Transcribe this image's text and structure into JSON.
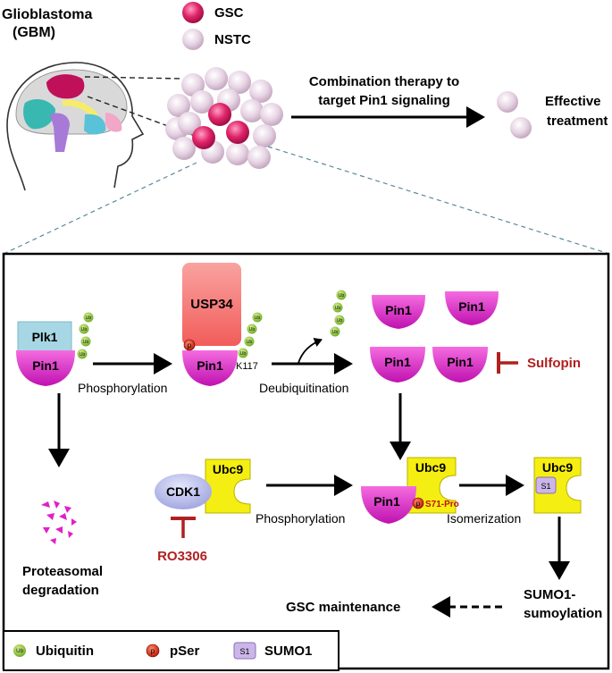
{
  "top": {
    "title_line1": "Glioblastoma",
    "title_line2": "(GBM)",
    "legend_gsc": "GSC",
    "legend_nstc": "NSTC",
    "therapy_line1": "Combination therapy to",
    "therapy_line2": "target Pin1 signaling",
    "outcome_line1": "Effective",
    "outcome_line2": "treatment"
  },
  "mechanism": {
    "plk1": "Plk1",
    "pin1": "Pin1",
    "usp34": "USP34",
    "k117": "K117",
    "ub": "Ub",
    "p": "p",
    "phosphorylation": "Phosphorylation",
    "deubiquitination": "Deubiquitination",
    "sulfopin": "Sulfopin",
    "proteasomal_line1": "Proteasomal",
    "proteasomal_line2": "degradation",
    "cdk1": "CDK1",
    "ubc9": "Ubc9",
    "ro3306": "RO3306",
    "s71pro": "S71-Pro",
    "isomerization": "Isomerization",
    "s1": "S1",
    "sumo_line1": "SUMO1-",
    "sumo_line2": "sumoylation",
    "gsc_maintenance": "GSC maintenance"
  },
  "legend": {
    "ubiquitin": "Ubiquitin",
    "pser": "pSer",
    "sumo1": "SUMO1"
  },
  "colors": {
    "pin1": "#e020c8",
    "gsc": "#e0256a",
    "nstc": "#e4cde0",
    "plk1": "#a7d7e4",
    "usp34": "#f06060",
    "ubiquitin": "#8cc63f",
    "pser": "#d62814",
    "ubc9": "#f5ee12",
    "cdk1": "#b9bce8",
    "sumo1": "#cbb6e8",
    "inhibitor": "#b02020"
  }
}
